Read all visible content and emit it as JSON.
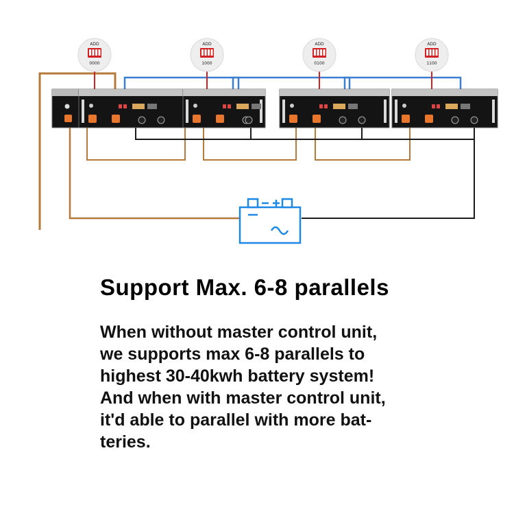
{
  "diagram": {
    "dip_switches": [
      {
        "title": "ADD",
        "code": "0000"
      },
      {
        "title": "ADD",
        "code": "1000"
      },
      {
        "title": "ADD",
        "code": "0100"
      },
      {
        "title": "ADD",
        "code": "1100"
      }
    ],
    "colors": {
      "positive_cable": "#b5793a",
      "negative_cable": "#1a1a1a",
      "comm_cable": "#3a7fd4",
      "red_wire": "#d42020",
      "battery_body": "#141414",
      "terminal": "#e8762c",
      "inverter": "#1e88e5"
    },
    "icons": [
      "dip-switch-icon",
      "battery-module-icon",
      "inverter-icon"
    ]
  },
  "headline": "Support Max. 6-8 parallels",
  "description_lines": [
    "When without master control unit,",
    "we supports max 6-8 parallels to",
    "highest 30-40kwh battery system!",
    "And when with master control unit,",
    "it'd able to parallel with more bat-",
    "teries."
  ]
}
